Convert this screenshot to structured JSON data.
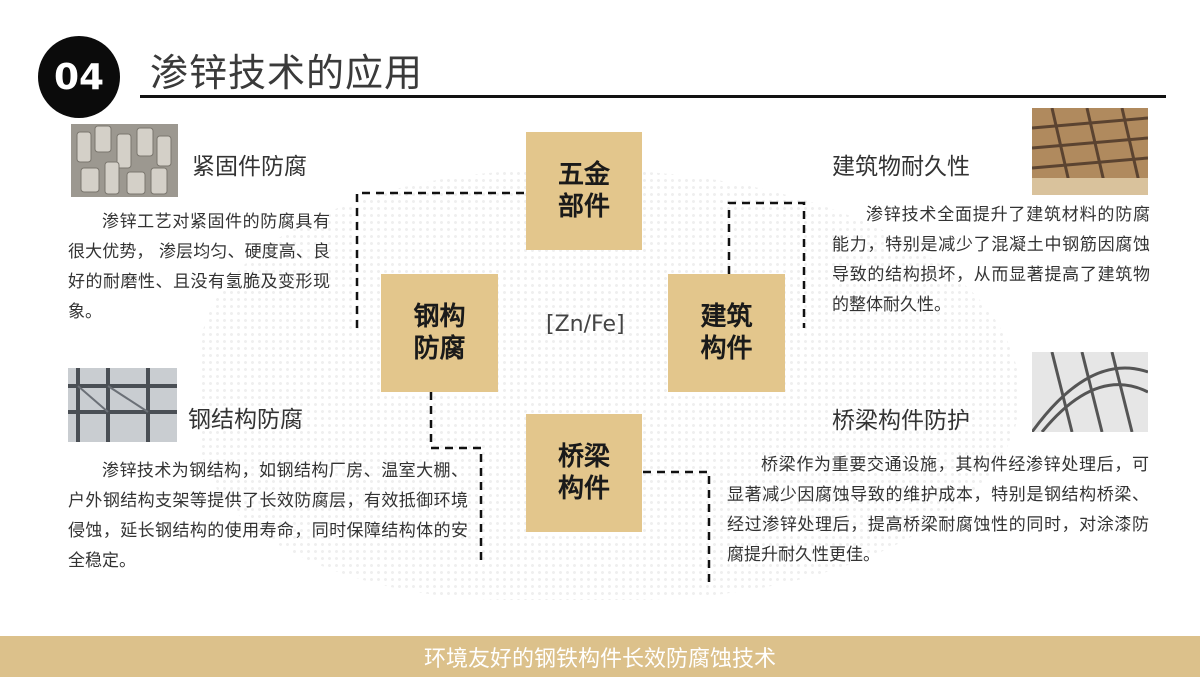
{
  "header": {
    "badge": "04",
    "title": "渗锌技术的应用"
  },
  "center_label": "[Zn/Fe]",
  "boxes": {
    "hardware": "五金部件",
    "steel": "钢构防腐",
    "building": "建筑构件",
    "bridge": "桥梁构件"
  },
  "sections": {
    "fastener": {
      "title": "紧固件防腐",
      "text": "渗锌工艺对紧固件的防腐具有很大优势， 渗层均匀、硬度高、良好的耐磨性、且没有氢脆及变形现象。"
    },
    "steel_structure": {
      "title": "钢结构防腐",
      "text": "渗锌技术为钢结构，如钢结构厂房、温室大棚、户外钢结构支架等提供了长效防腐层，有效抵御环境侵蚀，延长钢结构的使用寿命，同时保障结构体的安全稳定。"
    },
    "building": {
      "title": "建筑物耐久性",
      "text": "渗锌技术全面提升了建筑材料的防腐能力，特别是减少了混凝土中钢筋因腐蚀导致的结构损坏，从而显著提高了建筑物的整体耐久性。"
    },
    "bridge": {
      "title": "桥梁构件防护",
      "text": "桥梁作为重要交通设施，其构件经渗锌处理后，可显著减少因腐蚀导致的维护成本，特别是钢结构桥梁、经过渗锌处理后，提高桥梁耐腐蚀性的同时，对涂漆防腐提升耐久性更佳。"
    }
  },
  "footer": "环境友好的钢铁构件长效防腐蚀技术",
  "colors": {
    "box_fill": "#e3c68c",
    "footer_bar": "#dcc18b",
    "badge": "#0b0b0b"
  }
}
